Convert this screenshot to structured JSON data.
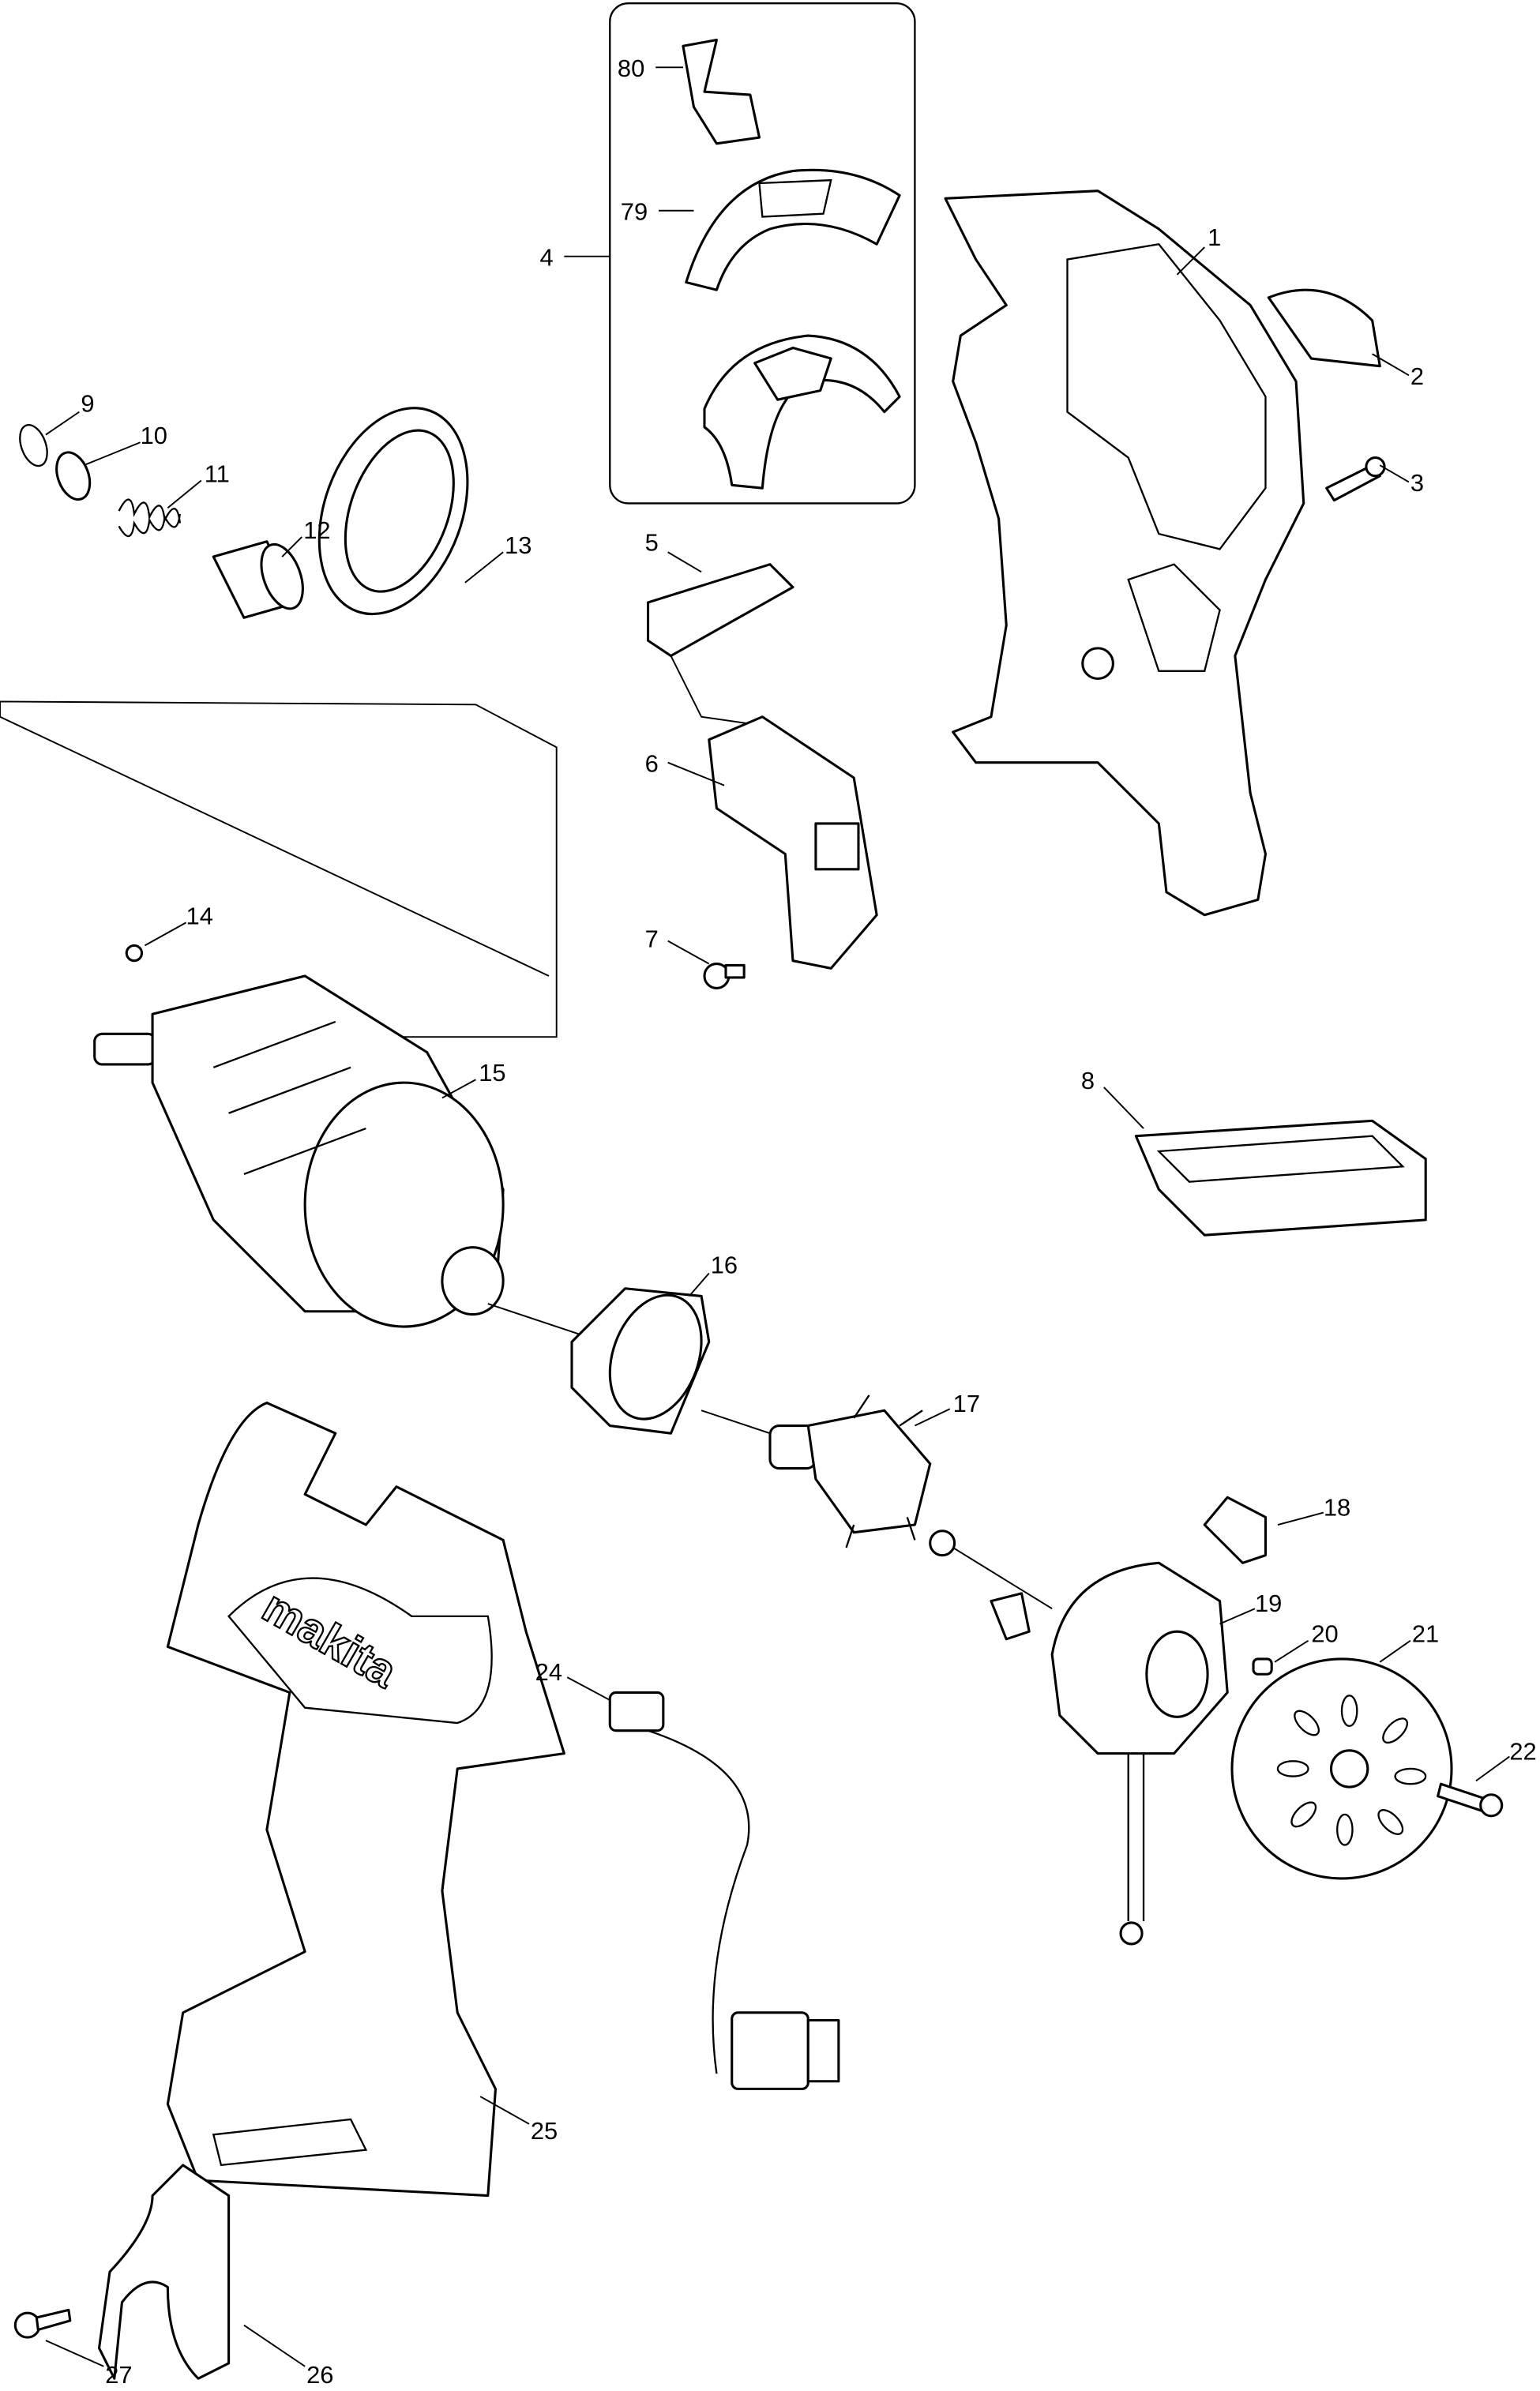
{
  "diagram": {
    "labels": {
      "p1": "1",
      "p2": "2",
      "p3": "3",
      "p4": "4",
      "p5": "5",
      "p6": "6",
      "p7": "7",
      "p8": "8",
      "p9": "9",
      "p10": "10",
      "p11": "11",
      "p12": "12",
      "p13": "13",
      "p14": "14",
      "p15": "15",
      "p16": "16",
      "p17": "17",
      "p18": "18",
      "p19": "19",
      "p20": "20",
      "p21": "21",
      "p22": "22",
      "p24": "24",
      "p25": "25",
      "p26": "26",
      "p27": "27",
      "p79": "79",
      "p80": "80"
    },
    "logo_text": "makita"
  }
}
